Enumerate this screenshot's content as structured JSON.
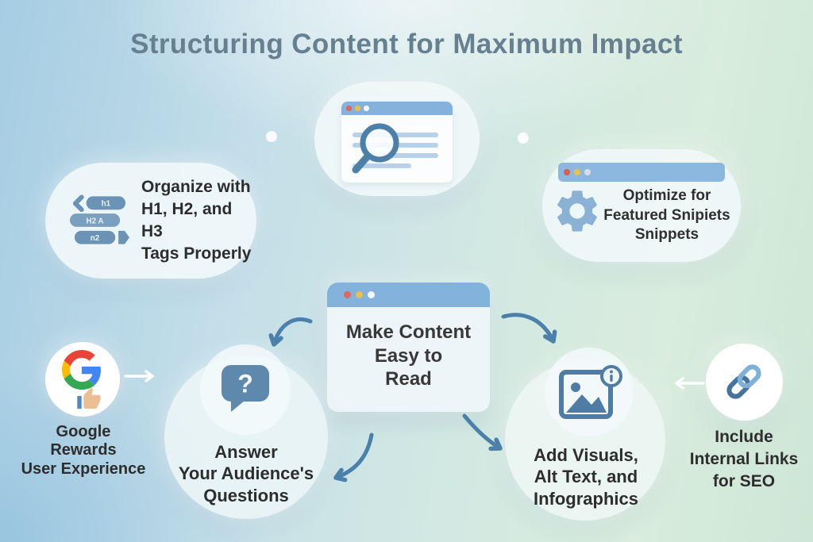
{
  "title": "Structuring Content for Maximum Impact",
  "colors": {
    "background_left": "#a6cde3",
    "background_right": "#cde6d6",
    "title": "#67808f",
    "text": "#2d2d2d",
    "window_bar_blue": "#84b2dc",
    "icon_steel_blue": "#4d80a9",
    "icon_light_blue": "#8bb2d4",
    "arrow_blue": "#4a80aa",
    "dot_red": "#dd655a",
    "dot_yellow": "#e9c04d"
  },
  "search_window": {
    "icon": "magnifier-over-search-results-browser"
  },
  "organize": {
    "lines": [
      "Organize with",
      "H1, H2, and H3",
      "Tags Properly"
    ],
    "tags": [
      "h1",
      "H2 A",
      "n2"
    ]
  },
  "optimize": {
    "lines": [
      "Optimize for",
      "Featured Snipiets",
      "Snippets"
    ]
  },
  "center_card": {
    "lines": [
      "Make Content",
      "Easy to",
      "Read"
    ]
  },
  "google": {
    "lines": [
      "Google",
      "Rewards",
      "User Experience"
    ]
  },
  "answer": {
    "glyph": "?",
    "lines": [
      "Answer",
      "Your Audience's",
      "Questions"
    ]
  },
  "visuals": {
    "lines": [
      "Add Visuals,",
      "Alt Text, and",
      "Infographics"
    ]
  },
  "links": {
    "lines": [
      "Include",
      "Internal Links",
      "for SEO"
    ]
  }
}
